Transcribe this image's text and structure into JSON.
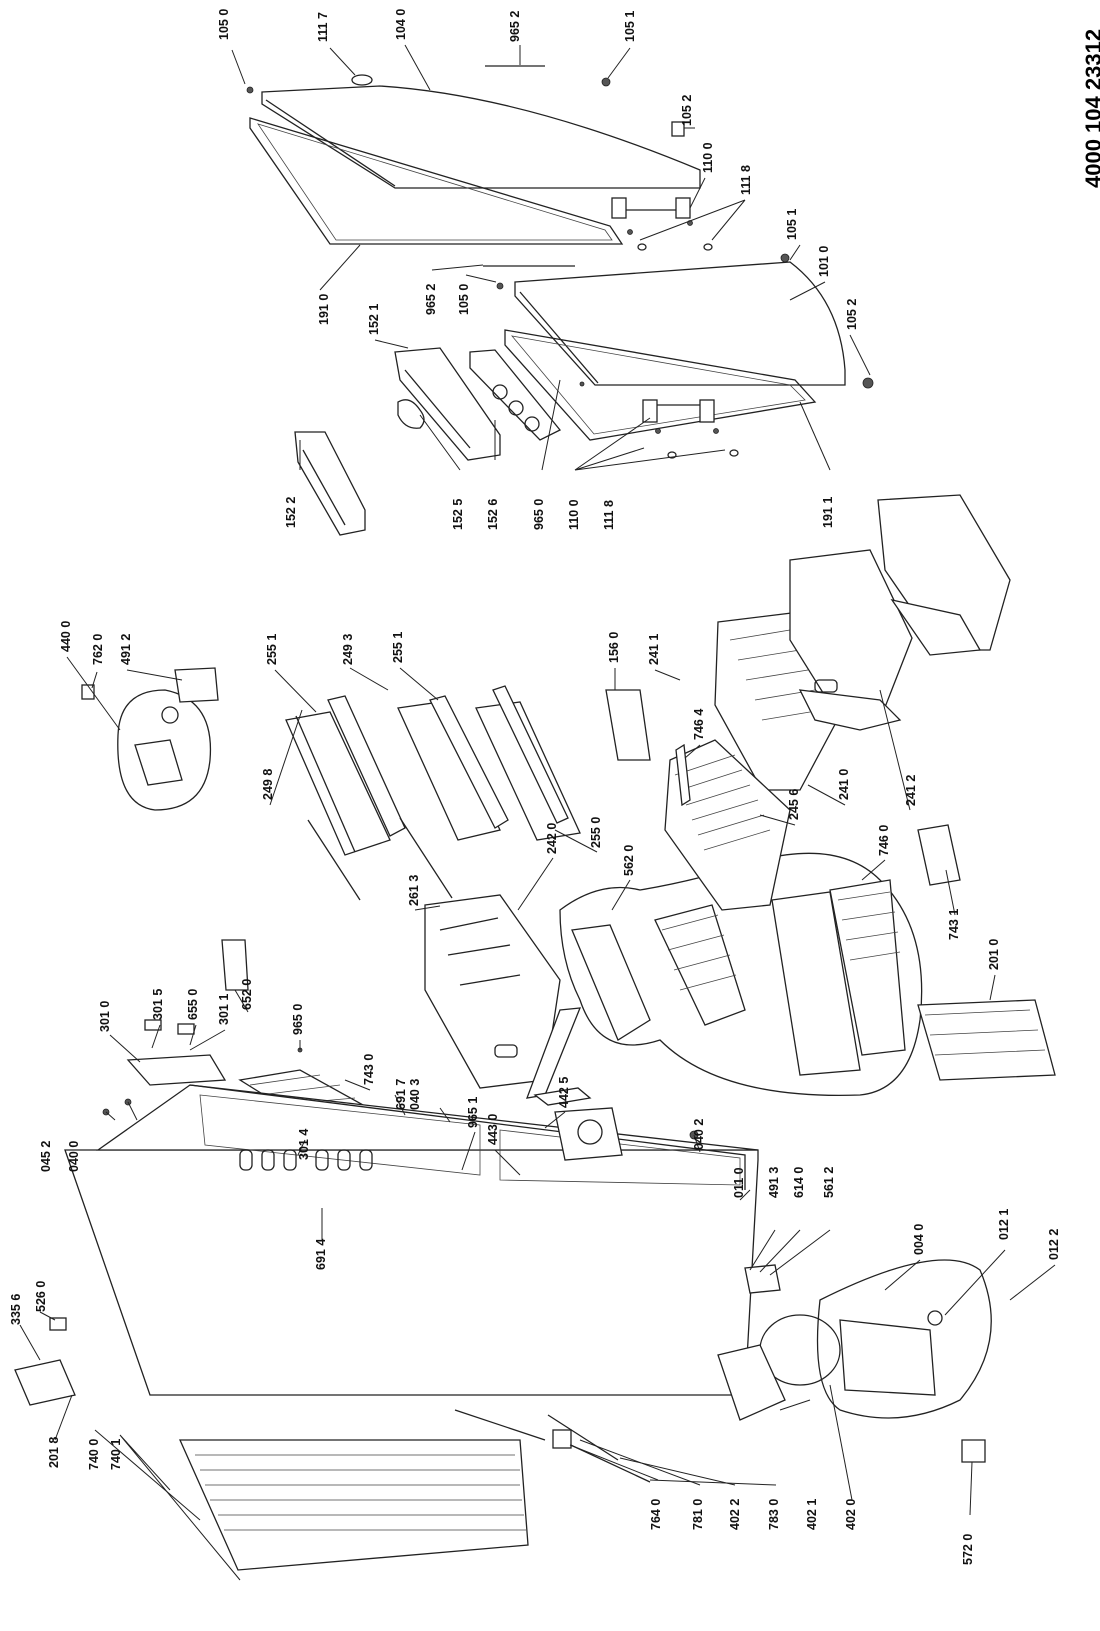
{
  "document_id": "4000 104 23312",
  "part_labels": [
    "105 0",
    "111 7",
    "104 0",
    "965 2",
    "105 1",
    "105 2",
    "110 0",
    "111 8",
    "105 1",
    "101 0",
    "105 2",
    "965 2",
    "105 0",
    "191 0",
    "152 1",
    "152 2",
    "152 5",
    "152 6",
    "965 0",
    "110 0",
    "111 8",
    "191 1",
    "440 0",
    "762 0",
    "491 2",
    "255 1",
    "249 3",
    "255 1",
    "249 8",
    "156 0",
    "241 1",
    "746 4",
    "245 6",
    "241 0",
    "241 2",
    "242 0",
    "255 0",
    "562 0",
    "261 3",
    "746 0",
    "743 1",
    "201 0",
    "301 0",
    "301 5",
    "655 0",
    "301 1",
    "652 0",
    "965 0",
    "743 0",
    "691 7",
    "040 3",
    "965 1",
    "442 5",
    "443 0",
    "040 2",
    "045 2",
    "040 0",
    "301 4",
    "691 4",
    "011 0",
    "491 3",
    "614 0",
    "561 2",
    "004 0",
    "012 1",
    "012 2",
    "335 6",
    "526 0",
    "201 8",
    "740 0",
    "740 1",
    "764 0",
    "781 0",
    "402 2",
    "783 0",
    "402 1",
    "402 0",
    "572 0"
  ]
}
